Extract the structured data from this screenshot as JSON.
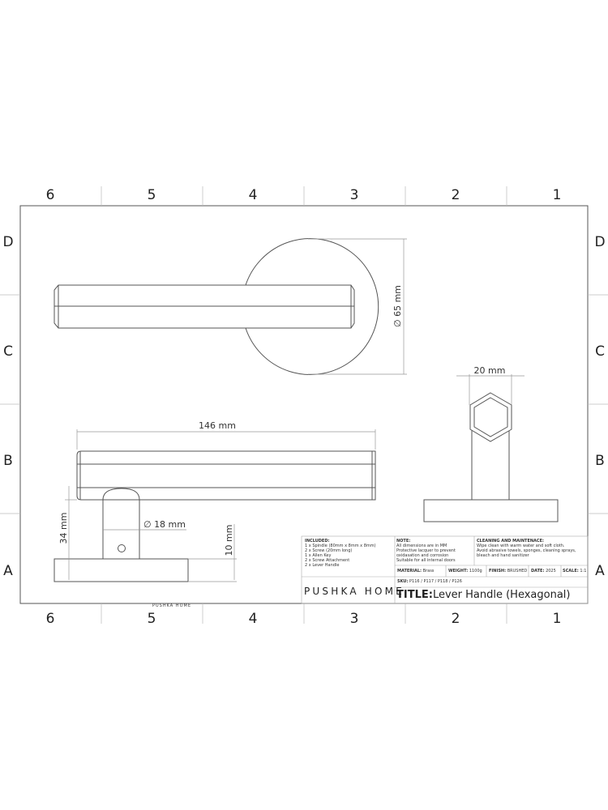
{
  "grid": {
    "columns": [
      "6",
      "5",
      "4",
      "3",
      "2",
      "1"
    ],
    "rows": [
      "D",
      "C",
      "B",
      "A"
    ]
  },
  "dimensions": {
    "rose_diameter": "∅ 65 mm",
    "lever_length": "146 mm",
    "lever_height": "34 mm",
    "neck_diameter": "∅ 18 mm",
    "rose_thickness": "10 mm",
    "hex_width": "20 mm"
  },
  "title_block": {
    "included_heading": "INCLUDED:",
    "included_items": [
      "1 x Spindle  (80mm x 8mm x 8mm)",
      "2 x Screw  (20mm long)",
      "1 x Allen Key",
      "2 x Screw Attachment",
      "2 x Lever Handle"
    ],
    "note_heading": "NOTE:",
    "note_items": [
      "All dimensions are in MM",
      "Protective lacquer to prevent",
      "oxidasation and corrosion",
      "Suitable for all internal doors"
    ],
    "cleaning_heading": "CLEANING AND MAINTENACE:",
    "cleaning_items": [
      "Wipe clean with warm water and soft cloth.",
      "Avoid abrasive towels, sponges, cleaning sprays,",
      "bleach and hand sanitizer"
    ],
    "material_label": "MATERIAL:",
    "material": "Brass",
    "weight_label": "WEIGHT:",
    "weight": "1100g",
    "finish_label": "FINISH:",
    "finish": "BRUSHED",
    "date_label": "DATE:",
    "date": "2025",
    "scale_label": "SCALE:",
    "scale": "1:1",
    "sku_label": "SKU:",
    "sku": "P116 / P117 / P118 / P126",
    "brand": "PUSHKA HOME",
    "title_label": "TITLE:",
    "title": "Lever Handle (Hexagonal)"
  },
  "footer_brand": "PUSHKA HOME"
}
